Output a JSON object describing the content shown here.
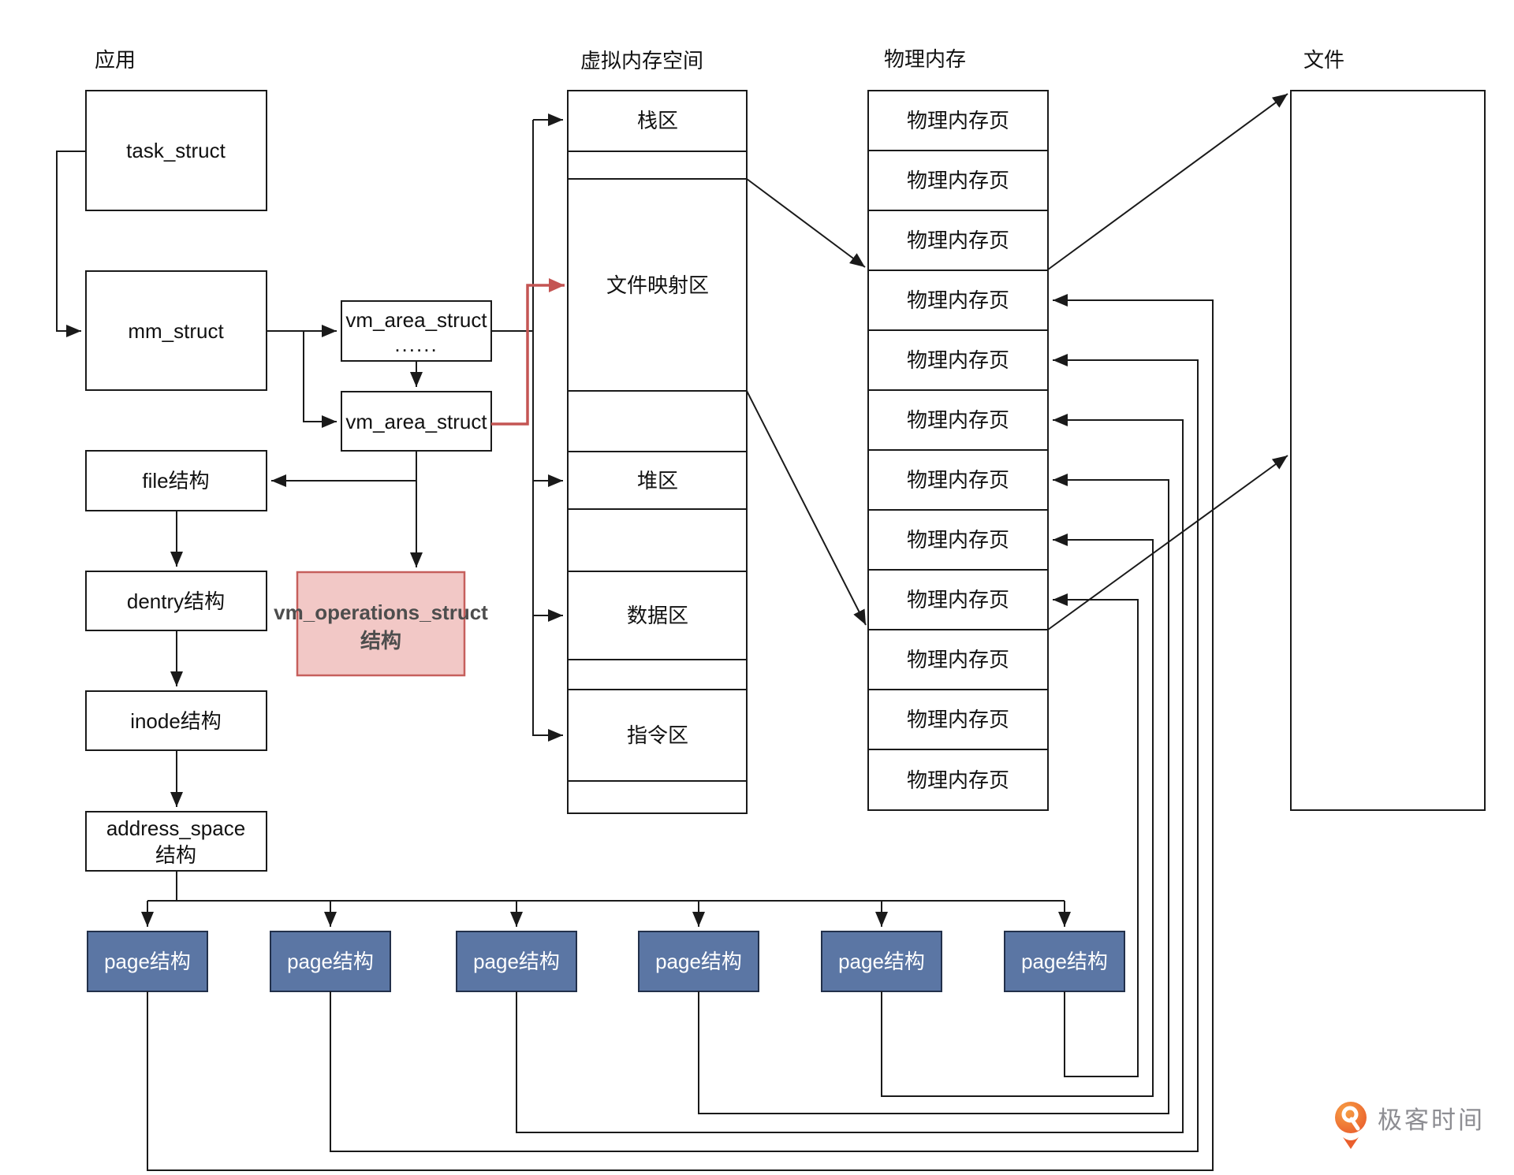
{
  "titles": {
    "application": "应用",
    "virtual_memory": "虚拟内存空间",
    "physical_memory": "物理内存",
    "file": "文件"
  },
  "structs": {
    "task_struct": "task_struct",
    "mm_struct": "mm_struct",
    "vm_area_struct_1_line1": "vm_area_struct",
    "vm_area_struct_1_line2": "......",
    "vm_area_struct_2": "vm_area_struct",
    "file_struct": "file结构",
    "dentry_struct": "dentry结构",
    "inode_struct": "inode结构",
    "address_space_line1": "address_space",
    "address_space_line2": "结构",
    "vm_operations_line1": "vm_operations_struct",
    "vm_operations_line2": "结构"
  },
  "virtual_regions": {
    "stack": "栈区",
    "file_mapping": "文件映射区",
    "heap": "堆区",
    "data": "数据区",
    "text": "指令区"
  },
  "physical_rows": [
    "物理内存页",
    "物理内存页",
    "物理内存页",
    "物理内存页",
    "物理内存页",
    "物理内存页",
    "物理内存页",
    "物理内存页",
    "物理内存页",
    "物理内存页",
    "物理内存页",
    "物理内存页"
  ],
  "page_structs": [
    "page结构",
    "page结构",
    "page结构",
    "page结构",
    "page结构",
    "page结构"
  ],
  "logo": {
    "brand": "极客时间"
  },
  "colors": {
    "highlight_blue": "#d9e6ef",
    "page_box_blue": "#5b76a4",
    "page_box_border": "#22304a",
    "ops_box_pink": "#f2c8c6",
    "ops_box_border": "#c65f5c",
    "arrow_red": "#c45553",
    "line_black": "#1a1a1a",
    "logo_orange": "#ea5f2d",
    "logo_gray": "#8d8d92"
  }
}
